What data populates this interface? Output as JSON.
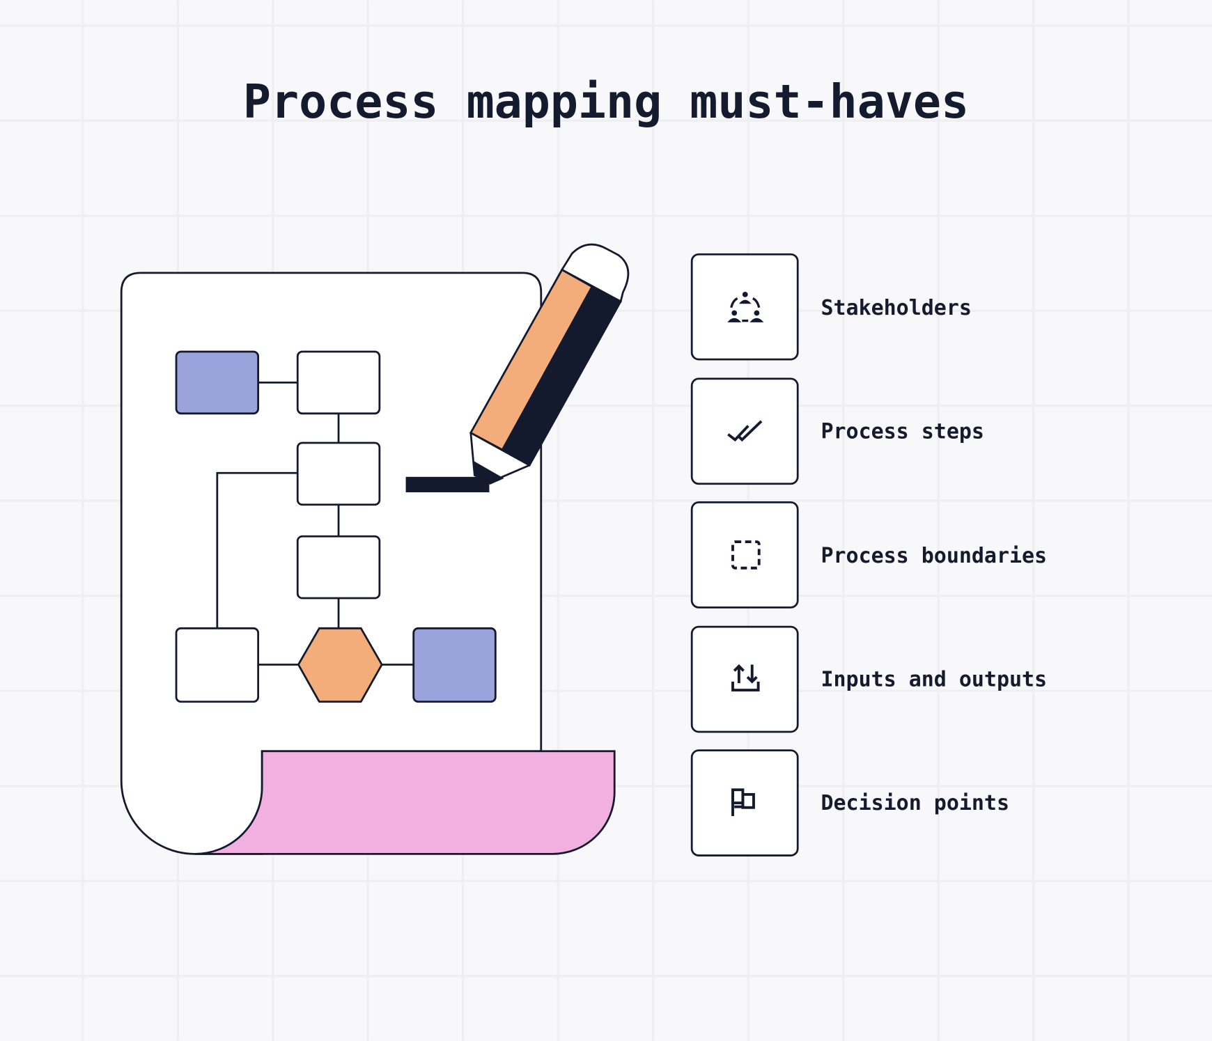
{
  "title": "Process mapping must-haves",
  "items": [
    {
      "label": "Stakeholders",
      "icon": "stakeholders-icon"
    },
    {
      "label": "Process steps",
      "icon": "double-check-icon"
    },
    {
      "label": "Process boundaries",
      "icon": "dashed-square-icon"
    },
    {
      "label": "Inputs and outputs",
      "icon": "upload-download-icon"
    },
    {
      "label": "Decision points",
      "icon": "flags-icon"
    }
  ],
  "colors": {
    "ink": "#141a2e",
    "orange": "#f2ad7a",
    "purple": "#9aa3dc",
    "pink": "#f2b0e0",
    "background": "#f8f8fa"
  }
}
